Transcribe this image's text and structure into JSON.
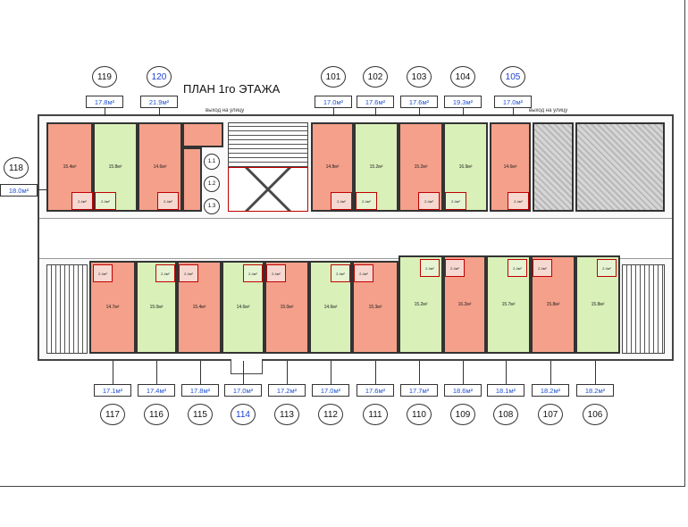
{
  "plan_title": "ПЛАН 1го ЭТАЖА",
  "exit_labels": [
    "выход на улицу",
    "выход на улицу"
  ],
  "top_units": [
    {
      "number": "119",
      "area": "17.8м²",
      "highlight": false
    },
    {
      "number": "120",
      "area": "21.9м²",
      "highlight": true
    },
    {
      "number": "101",
      "area": "17.0м²",
      "highlight": false
    },
    {
      "number": "102",
      "area": "17.6м²",
      "highlight": false
    },
    {
      "number": "103",
      "area": "17.6м²",
      "highlight": false
    },
    {
      "number": "104",
      "area": "19.3м²",
      "highlight": false
    },
    {
      "number": "105",
      "area": "17.0м²",
      "highlight": true
    }
  ],
  "left_unit": {
    "number": "118",
    "area": "18.0м²",
    "highlight": false
  },
  "bottom_units": [
    {
      "number": "117",
      "area": "17.1м²",
      "highlight": false
    },
    {
      "number": "116",
      "area": "17.4м²",
      "highlight": false
    },
    {
      "number": "115",
      "area": "17.8м²",
      "highlight": false
    },
    {
      "number": "114",
      "area": "17.0м²",
      "highlight": true
    },
    {
      "number": "113",
      "area": "17.2м²",
      "highlight": false
    },
    {
      "number": "112",
      "area": "17.0м²",
      "highlight": false
    },
    {
      "number": "111",
      "area": "17.6м²",
      "highlight": false
    },
    {
      "number": "110",
      "area": "17.7м²",
      "highlight": false
    },
    {
      "number": "109",
      "area": "18.6м²",
      "highlight": false
    },
    {
      "number": "108",
      "area": "18.1м²",
      "highlight": false
    },
    {
      "number": "107",
      "area": "18.2м²",
      "highlight": false
    },
    {
      "number": "106",
      "area": "18.2м²",
      "highlight": false
    }
  ],
  "service_rooms": [
    "1.1",
    "1.2",
    "1.3"
  ],
  "room_labels_top": [
    "15.4м²",
    "15.8м²",
    "14.6м²",
    "14.8м²",
    "15.2м²",
    "15.2м²",
    "16.9м²",
    "14.6м²"
  ],
  "room_labels_bottom": [
    "14.7м²",
    "15.0м²",
    "15.4м²",
    "14.6м²",
    "15.0м²",
    "14.6м²",
    "15.3м²",
    "15.2м²",
    "16.2м²",
    "15.7м²",
    "15.8м²",
    "15.8м²"
  ],
  "bath_label": "2.4м²",
  "colors": {
    "occupied": "#f4a08a",
    "free": "#d9f0b8",
    "wall": "#333333",
    "highlight_text": "#1a3fd1"
  }
}
